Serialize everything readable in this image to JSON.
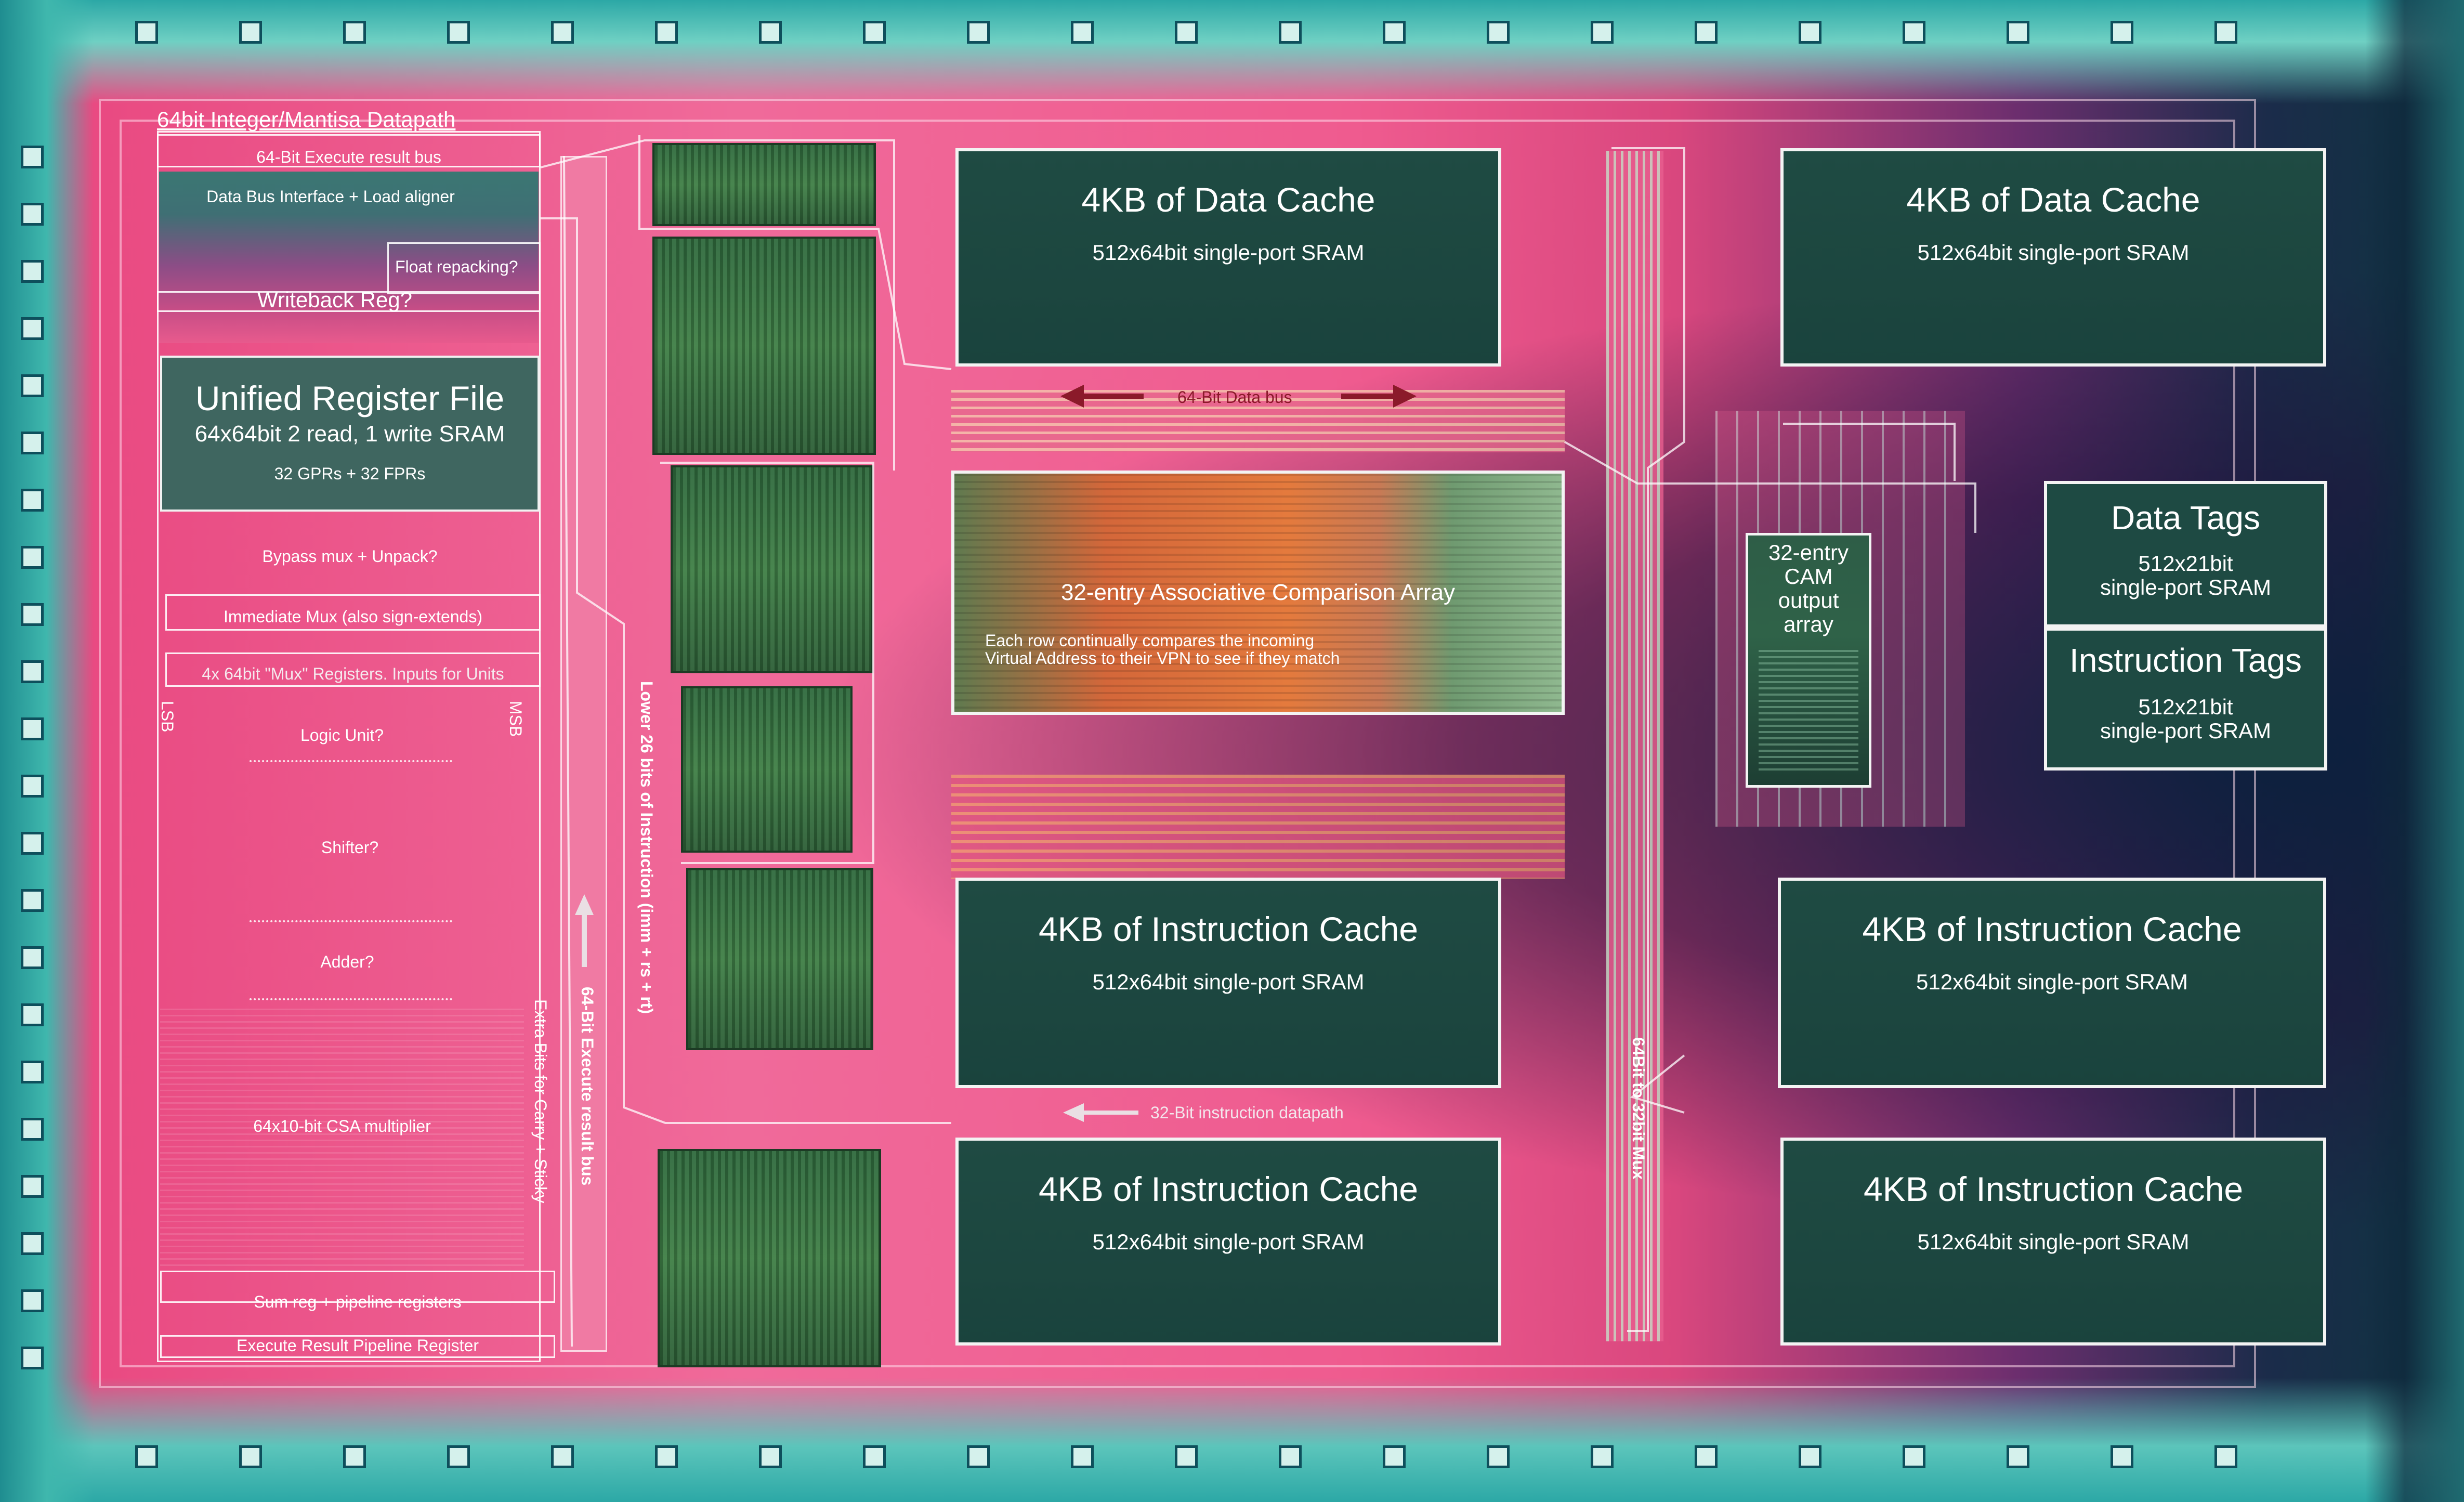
{
  "datapath": {
    "title": "64bit Integer/Mantisa Datapath",
    "execute_result_bus": "64-Bit Execute result bus",
    "data_bus_interface": "Data Bus Interface + Load aligner",
    "float_repacking": "Float repacking?",
    "writeback_reg": "Writeback Reg?",
    "register_file": {
      "title": "Unified Register File",
      "detail": "64x64bit 2 read, 1 write SRAM",
      "sub": "32 GPRs + 32 FPRs"
    },
    "bypass_mux": "Bypass mux + Unpack?",
    "immediate_mux": "Immediate Mux (also sign-extends)",
    "mux_registers": "4x 64bit \"Mux\" Registers. Inputs for Units",
    "lsb": "LSB",
    "msb": "MSB",
    "logic_unit": "Logic Unit?",
    "shifter": "Shifter?",
    "adder": "Adder?",
    "multiplier": "64x10-bit CSA multiplier",
    "extra_bits": "Extra Bits for Carry + Sticky",
    "sum_reg": "Sum reg + pipeline registers",
    "execute_pipeline_register": "Execute Result Pipeline Register"
  },
  "buses": {
    "execute_result_bus_vertical": "64-Bit Execute result bus",
    "lower_bits": "Lower 26 bits of Instruction (imm + rs + rt)",
    "data_bus": "64-Bit Data bus",
    "instruction_datapath": "32-Bit instruction datapath",
    "mux_64_to_32": "64Bit to 32bit Mux"
  },
  "caches": [
    {
      "title": "4KB of Data Cache",
      "detail": "512x64bit single-port SRAM"
    },
    {
      "title": "4KB of Data Cache",
      "detail": "512x64bit single-port SRAM"
    },
    {
      "title": "4KB of Instruction Cache",
      "detail": "512x64bit single-port SRAM"
    },
    {
      "title": "4KB of Instruction Cache",
      "detail": "512x64bit single-port SRAM"
    },
    {
      "title": "4KB of Instruction Cache",
      "detail": "512x64bit single-port SRAM"
    },
    {
      "title": "4KB of Instruction Cache",
      "detail": "512x64bit single-port SRAM"
    }
  ],
  "assoc_array": {
    "title": "32-entry Associative Comparison Array",
    "note_line1": "Each row continually compares the incoming",
    "note_line2": "Virtual Address to their VPN to see if they match"
  },
  "cam": {
    "line1": "32-entry",
    "line2": "CAM",
    "line3": "output",
    "line4": "array"
  },
  "tags": [
    {
      "title": "Data Tags",
      "line1": "512x21bit",
      "line2": "single-port SRAM"
    },
    {
      "title": "Instruction Tags",
      "line1": "512x21bit",
      "line2": "single-port SRAM"
    }
  ],
  "colors": {
    "die_pink": "#ef5b8f",
    "sram_green": "#1f4b43",
    "bus_arrow_red": "#8b1a2a",
    "label_white": "#ffffff"
  }
}
